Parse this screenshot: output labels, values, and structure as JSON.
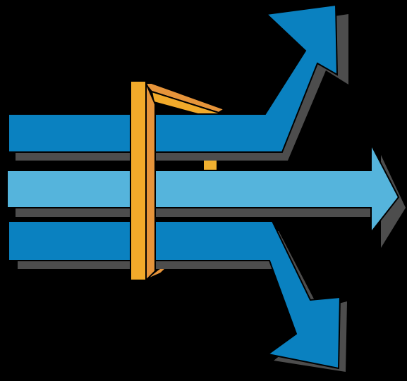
{
  "colors": {
    "background": "#000000",
    "shadow": "#4d4d4d",
    "arrow_dark_blue": "#0a81c0",
    "arrow_light_blue": "#55b4dc",
    "frame_front": "#f2aa2a",
    "frame_back": "#e6943a",
    "frame_bar": "#f0b030",
    "outline": "#000000"
  },
  "elements": {
    "arrows": [
      {
        "name": "top-arrow",
        "direction": "up-right",
        "color": "arrow_dark_blue"
      },
      {
        "name": "middle-arrow",
        "direction": "right",
        "color": "arrow_light_blue"
      },
      {
        "name": "bottom-arrow",
        "direction": "down-right",
        "color": "arrow_dark_blue"
      }
    ],
    "frame": {
      "name": "orange-frame",
      "description_visible": false
    }
  }
}
